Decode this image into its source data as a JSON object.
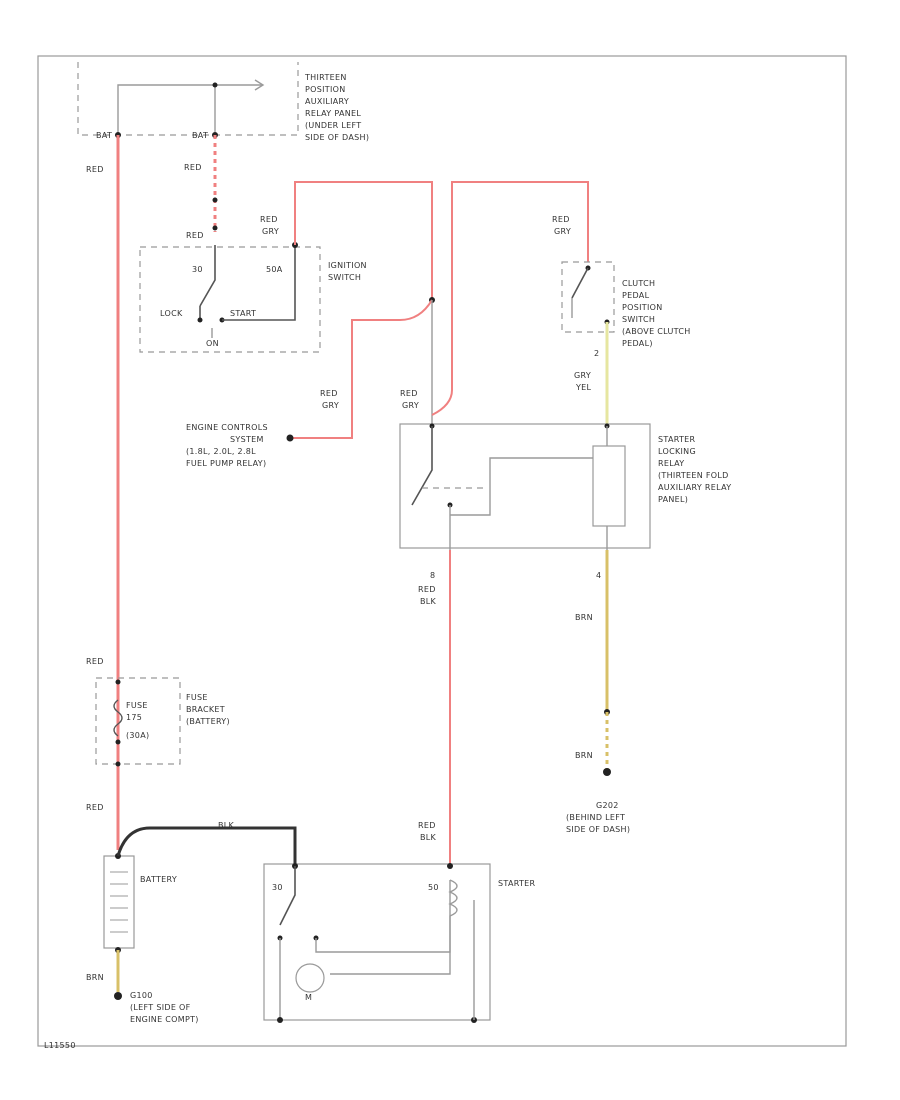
{
  "labels": {
    "relay_panel": [
      "THIRTEEN",
      "POSITION",
      "AUXILIARY",
      "RELAY PANEL",
      "(UNDER LEFT",
      "SIDE OF DASH)"
    ],
    "ignition_switch": [
      "IGNITION",
      "SWITCH"
    ],
    "clutch_switch": [
      "CLUTCH",
      "PEDAL",
      "POSITION",
      "SWITCH",
      "(ABOVE CLUTCH",
      "PEDAL)"
    ],
    "engine_controls": [
      "ENGINE CONTROLS",
      "SYSTEM",
      "(1.8L, 2.0L, 2.8L",
      "FUEL PUMP RELAY)"
    ],
    "starter_lockout": [
      "STARTER",
      "LOCKING",
      "RELAY",
      "(THIRTEEN FOLD",
      "AUXILIARY RELAY",
      "PANEL)"
    ],
    "fuse": [
      "FUSE",
      "BRACKET",
      "(BATTERY)"
    ],
    "fuse_inner": [
      "FUSE",
      "175",
      "(30A)"
    ],
    "ground_g202": [
      "G202",
      "(BEHIND LEFT",
      "SIDE OF DASH)"
    ],
    "ground_g100": [
      "G100",
      "(LEFT SIDE OF",
      "ENGINE COMPT)"
    ],
    "battery": "BATTERY",
    "starter": "STARTER",
    "footer": "L11550"
  },
  "wires": {
    "red": "RED",
    "red_gry": [
      "RED",
      "GRY"
    ],
    "red_blk": [
      "RED",
      "BLK"
    ],
    "gry_yel": [
      "GRY",
      "YEL"
    ],
    "brn": "BRN",
    "blk": "BLK"
  },
  "terminals": {
    "bat1": "BAT",
    "bat2": "BAT",
    "sw_30": "30",
    "sw_50a": "50A",
    "lock": "LOCK",
    "start": "START",
    "on": "ON",
    "clutch_pin": "2",
    "lockout_pin_a": "8",
    "lockout_pin_b": "4",
    "st_30": "30",
    "st_50": "50",
    "st_m": "M"
  },
  "colors": {
    "red_wire": "#f08080",
    "yellow_wire": "#d8c068",
    "black_wire": "#333333"
  }
}
